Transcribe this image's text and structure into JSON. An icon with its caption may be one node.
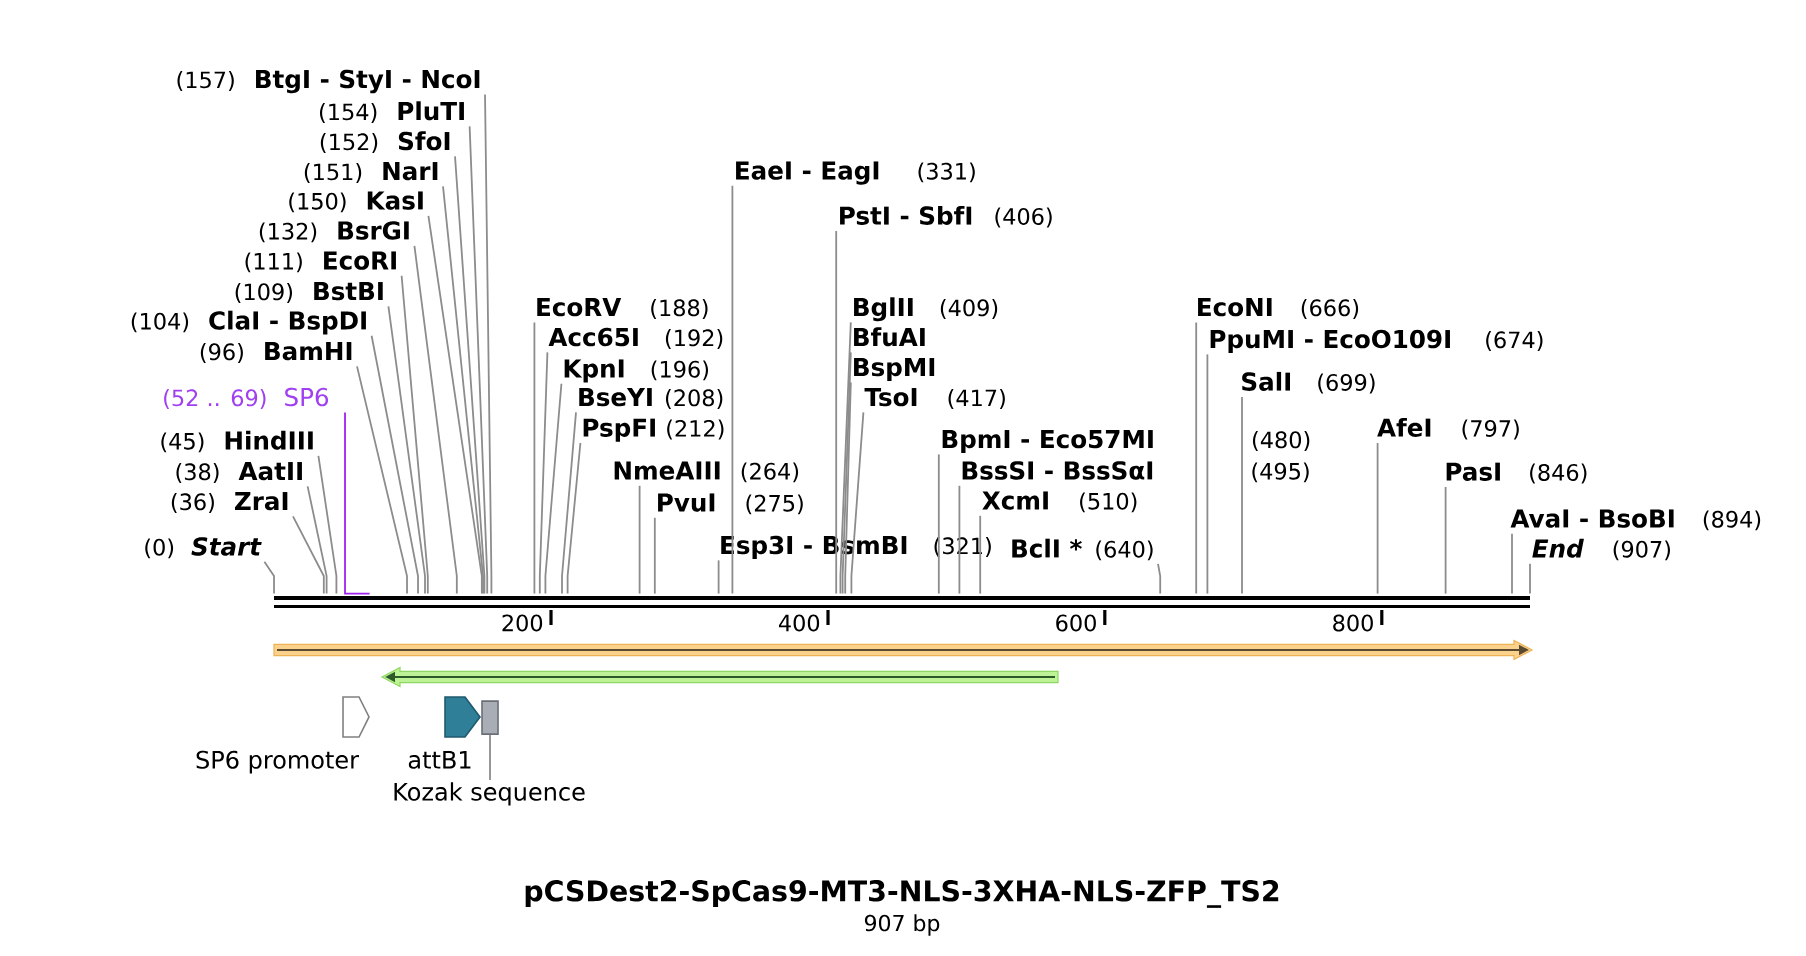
{
  "diagram": {
    "title": "pCSDest2-SpCas9-MT3-NLS-3XHA-NLS-ZFP_TS2",
    "caption": "907 bp",
    "nodes": [
      {
        "text": [],
        "shape": "bar"
      },
      {
        "text": [
          "(0)",
          "Start"
        ]
      },
      {
        "text": [
          "(36)",
          "ZraI"
        ]
      },
      {
        "text": [
          "(38)",
          "AatII"
        ]
      },
      {
        "text": [
          "(45)",
          "HindIII"
        ]
      },
      {
        "text": [
          "(52 .. 69)",
          "SP6"
        ]
      },
      {
        "text": [
          "(96)",
          "BamHI"
        ]
      },
      {
        "text": [
          "(104)",
          "ClaI - BspDI"
        ]
      },
      {
        "text": [
          "(109)",
          "BstBI"
        ]
      },
      {
        "text": [
          "(111)",
          "EcoRI"
        ]
      },
      {
        "text": [
          "(132)",
          "BsrGI"
        ]
      },
      {
        "text": [
          "(150)",
          "KasI"
        ]
      },
      {
        "text": [
          "(151)",
          "NarI"
        ]
      },
      {
        "text": [
          "(152)",
          "SfoI"
        ]
      },
      {
        "text": [
          "(154)",
          "PluTI"
        ]
      },
      {
        "text": [
          "(157)",
          "BtgI - StyI - NcoI"
        ]
      },
      {
        "text": [
          "EcoRV",
          "(188)"
        ]
      },
      {
        "text": [
          "Acc65I",
          "(192)"
        ]
      },
      {
        "text": [
          "KpnI",
          "(196)"
        ]
      },
      {
        "text": [
          "BseYI",
          "(208)"
        ]
      },
      {
        "text": [
          "PspFI",
          "(212)"
        ]
      },
      {
        "text": [
          "NmeAIII",
          "(264)"
        ]
      },
      {
        "text": [
          "PvuI",
          "(275)"
        ]
      },
      {
        "text": [
          "Esp3I - BsmBI",
          "(321)"
        ]
      },
      {
        "text": [
          "EaeI - EagI",
          "(331)"
        ]
      },
      {
        "text": [
          "PstI - SbfI",
          "(406)"
        ]
      },
      {
        "text": [
          "BglII",
          "(409)"
        ]
      },
      {
        "text": [
          "BfuAI"
        ]
      },
      {
        "text": [
          "BspMI"
        ]
      },
      {
        "text": [
          "TsoI",
          "(417)"
        ]
      },
      {
        "text": [
          "BpmI - Eco57MI",
          "(480)"
        ]
      },
      {
        "text": [
          "BssSI - BssSαI",
          "(495)"
        ]
      },
      {
        "text": [
          "XcmI",
          "(510)"
        ]
      },
      {
        "text": [
          "BclI *",
          "(640)"
        ]
      },
      {
        "text": [
          "EcoNI",
          "(666)"
        ]
      },
      {
        "text": [
          "PpuMI - EcoO109I",
          "(674)"
        ]
      },
      {
        "text": [
          "SalI",
          "(699)"
        ]
      },
      {
        "text": [
          "AfeI",
          "(797)"
        ]
      },
      {
        "text": [
          "PasI",
          "(846)"
        ]
      },
      {
        "text": [
          "AvaI - BsoBI",
          "(894)"
        ]
      },
      {
        "text": [
          "End",
          "(907)"
        ]
      },
      {
        "text": [],
        "shape": "arrow"
      },
      {
        "text": [],
        "shape": "arrow"
      },
      {
        "text": [
          "SP6 promoter"
        ]
      },
      {
        "text": [
          "attB1"
        ]
      },
      {
        "text": [],
        "shape": "box"
      },
      {
        "text": [
          "Kozak sequence"
        ]
      }
    ],
    "edges": [
      {
        "from": 1,
        "to": 0,
        "arrow": "none"
      },
      {
        "from": 2,
        "to": 0,
        "arrow": "none"
      },
      {
        "from": 3,
        "to": 0,
        "arrow": "none"
      },
      {
        "from": 4,
        "to": 0,
        "arrow": "none"
      },
      {
        "from": 5,
        "to": 0,
        "arrow": "none",
        "color": "#a020f0"
      },
      {
        "from": 6,
        "to": 0,
        "arrow": "none"
      },
      {
        "from": 7,
        "to": 0,
        "arrow": "none"
      },
      {
        "from": 8,
        "to": 0,
        "arrow": "none"
      },
      {
        "from": 9,
        "to": 0,
        "arrow": "none"
      },
      {
        "from": 10,
        "to": 0,
        "arrow": "none"
      },
      {
        "from": 11,
        "to": 0,
        "arrow": "none"
      },
      {
        "from": 12,
        "to": 0,
        "arrow": "none"
      },
      {
        "from": 13,
        "to": 0,
        "arrow": "none"
      },
      {
        "from": 14,
        "to": 0,
        "arrow": "none"
      },
      {
        "from": 15,
        "to": 0,
        "arrow": "none"
      },
      {
        "from": 16,
        "to": 0,
        "arrow": "none"
      },
      {
        "from": 17,
        "to": 0,
        "arrow": "none"
      },
      {
        "from": 18,
        "to": 0,
        "arrow": "none"
      },
      {
        "from": 19,
        "to": 0,
        "arrow": "none"
      },
      {
        "from": 20,
        "to": 0,
        "arrow": "none"
      },
      {
        "from": 21,
        "to": 0,
        "arrow": "none"
      },
      {
        "from": 22,
        "to": 0,
        "arrow": "none"
      },
      {
        "from": 23,
        "to": 0,
        "arrow": "none"
      },
      {
        "from": 24,
        "to": 0,
        "arrow": "none"
      },
      {
        "from": 25,
        "to": 0,
        "arrow": "none"
      },
      {
        "from": 26,
        "to": 0,
        "arrow": "none"
      },
      {
        "from": 27,
        "to": 0,
        "arrow": "none"
      },
      {
        "from": 28,
        "to": 0,
        "arrow": "none"
      },
      {
        "from": 29,
        "to": 0,
        "arrow": "none"
      },
      {
        "from": 30,
        "to": 0,
        "arrow": "none"
      },
      {
        "from": 31,
        "to": 0,
        "arrow": "none"
      },
      {
        "from": 32,
        "to": 0,
        "arrow": "none"
      },
      {
        "from": 33,
        "to": 0,
        "arrow": "none"
      },
      {
        "from": 34,
        "to": 0,
        "arrow": "none"
      },
      {
        "from": 35,
        "to": 0,
        "arrow": "none"
      },
      {
        "from": 36,
        "to": 0,
        "arrow": "none"
      },
      {
        "from": 37,
        "to": 0,
        "arrow": "none"
      },
      {
        "from": 38,
        "to": 0,
        "arrow": "none"
      },
      {
        "from": 39,
        "to": 0,
        "arrow": "none"
      },
      {
        "from": 40,
        "to": 0,
        "arrow": "none"
      },
      {
        "from": 46,
        "to": 45,
        "arrow": "none"
      }
    ],
    "labels": [
      "200",
      "400",
      "600",
      "800"
    ]
  }
}
